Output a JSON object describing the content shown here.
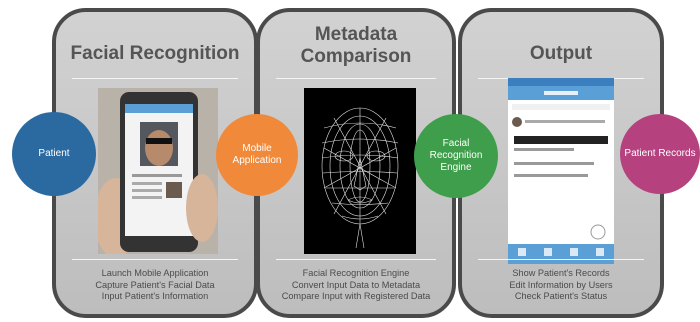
{
  "panels": [
    {
      "title": "Facial Recognition",
      "lines": [
        "Launch Mobile Application",
        "Capture Patient's Facial Data",
        "Input Patient's Information"
      ]
    },
    {
      "title": "Metadata Comparison",
      "lines": [
        "Facial Recognition Engine",
        "Convert Input Data to Metadata",
        "Compare Input with Registered Data"
      ]
    },
    {
      "title": "Output",
      "lines": [
        "Show Patient's Records",
        "Edit Information by Users",
        "Check Patient's Status"
      ]
    }
  ],
  "circles": {
    "patient": {
      "label": "Patient",
      "color": "#2a6aa1"
    },
    "mobile_app": {
      "label": "Mobile Application",
      "color": "#f08a3a"
    },
    "engine": {
      "label": "Facial Recognition Engine",
      "color": "#3f9e4b"
    },
    "records": {
      "label": "Patient Records",
      "color": "#b5427f"
    }
  },
  "colors": {
    "panel_border": "#4a4a4a",
    "app_header": "#5a9fd6",
    "phone_body": "#333333"
  }
}
